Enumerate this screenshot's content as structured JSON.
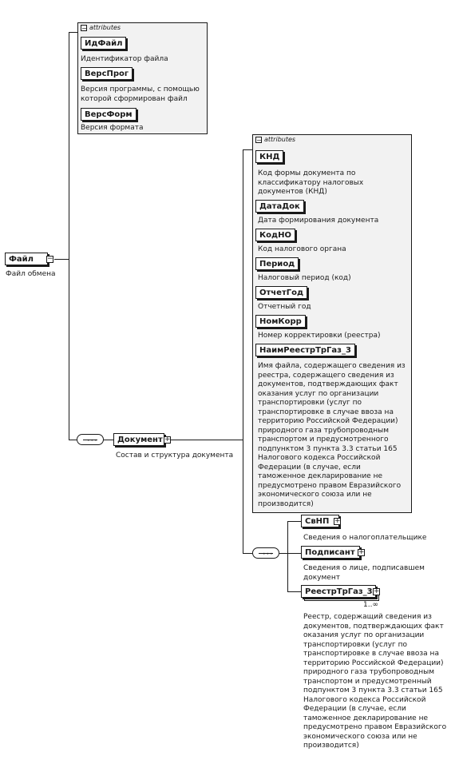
{
  "attr_label": "attributes",
  "root": {
    "name": "Файл",
    "desc": "Файл обмена"
  },
  "file_attrs": [
    {
      "name": "ИдФайл",
      "desc": "Идентификатор файла"
    },
    {
      "name": "ВерсПрог",
      "desc": "Версия программы, с помощью которой сформирован файл"
    },
    {
      "name": "ВерсФорм",
      "desc": "Версия формата"
    }
  ],
  "document": {
    "name": "Документ",
    "desc": "Состав и структура документа"
  },
  "doc_attrs": [
    {
      "name": "КНД",
      "desc": "Код формы документа по классификатору налоговых документов (КНД)"
    },
    {
      "name": "ДатаДок",
      "desc": "Дата формирования документа"
    },
    {
      "name": "КодНО",
      "desc": "Код налогового органа"
    },
    {
      "name": "Период",
      "desc": "Налоговый период (код)"
    },
    {
      "name": "ОтчетГод",
      "desc": "Отчетный год"
    },
    {
      "name": "НомКорр",
      "desc": "Номер корректировки (реестра)"
    },
    {
      "name": "НаимРеестрТрГаз_3",
      "desc": "Имя файла, содержащего сведения из реестра, содержащего сведения из документов, подтверждающих факт оказания услуг по организации транспортировки (услуг по транспортировке в случае ввоза на территорию Российской Федерации) природного газа трубопроводным транспортом и предусмотренного подпунктом 3 пункта 3.3 статьи 165 Налогового кодекса Российской Федерации (в случае, если таможенное декларирование не предусмотрено правом Евразийского экономического союза или не производится)"
    }
  ],
  "children": [
    {
      "name": "СвНП",
      "desc": "Сведения о налогоплательщике"
    },
    {
      "name": "Подписант",
      "desc": "Сведения о лице, подписавшем документ"
    },
    {
      "name": "РеестрТрГаз_3",
      "cardinality": "1..∞",
      "desc": "Реестр, содержащий сведения из документов, подтверждающих факт оказания услуг по организации транспортировки (услуг по транспортировке в случае ввоза на территорию Российской Федерации) природного газа трубопроводным транспортом и предусмотренный подпунктом 3 пункта 3.3 статьи 165 Налогового кодекса Российской Федерации (в случае, если таможенное декларирование не предусмотрено правом Евразийского экономического союза или не производится)"
    }
  ]
}
